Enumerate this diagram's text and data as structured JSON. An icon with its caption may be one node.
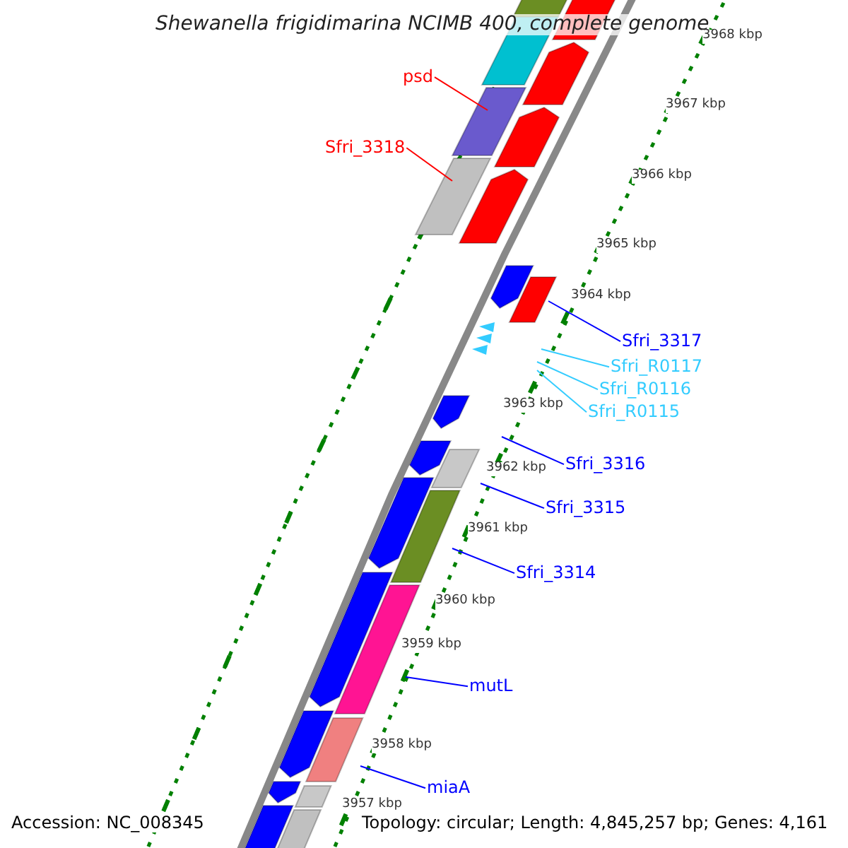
{
  "diagram": {
    "title": "Shewanella frigidimarina NCIMB 400, complete genome",
    "nodes": [
      {
        "text": [
          "psd"
        ]
      },
      {
        "text": [
          "Sfri_3318"
        ]
      },
      {
        "text": [
          "Sfri_3317"
        ]
      },
      {
        "text": [
          "Sfri_R0117"
        ]
      },
      {
        "text": [
          "Sfri_R0116"
        ]
      },
      {
        "text": [
          "Sfri_R0115"
        ]
      },
      {
        "text": [
          "Sfri_3316"
        ]
      },
      {
        "text": [
          "Sfri_3315"
        ]
      },
      {
        "text": [
          "Sfri_3314"
        ]
      },
      {
        "text": [
          "mutL"
        ]
      },
      {
        "text": [
          "miaA"
        ]
      }
    ],
    "edges": [
      {
        "from": 0,
        "to": null,
        "arrow": "none",
        "color": "#ff0000"
      },
      {
        "from": 1,
        "to": null,
        "arrow": "none",
        "color": "#ff0000"
      },
      {
        "from": 2,
        "to": null,
        "arrow": "none"
      },
      {
        "from": 3,
        "to": null,
        "arrow": "none",
        "color": "#33ccff"
      },
      {
        "from": 4,
        "to": null,
        "arrow": "none",
        "color": "#33ccff"
      },
      {
        "from": 5,
        "to": null,
        "arrow": "none",
        "color": "#33ccff"
      },
      {
        "from": 6,
        "to": null,
        "arrow": "none"
      },
      {
        "from": 7,
        "to": null,
        "arrow": "none"
      },
      {
        "from": 8,
        "to": null,
        "arrow": "none"
      },
      {
        "from": 9,
        "to": null,
        "arrow": "none"
      },
      {
        "from": 10,
        "to": null,
        "arrow": "none"
      }
    ],
    "labels": [
      "3968 kbp",
      "3967 kbp",
      "3966 kbp",
      "3965 kbp",
      "3964 kbp",
      "3963 kbp",
      "3962 kbp",
      "3961 kbp",
      "3960 kbp",
      "3959 kbp",
      "3958 kbp",
      "3957 kbp",
      "Accession: NC_008345",
      "Topology: circular; Length: 4,845,257 bp; Genes: 4,161"
    ]
  }
}
